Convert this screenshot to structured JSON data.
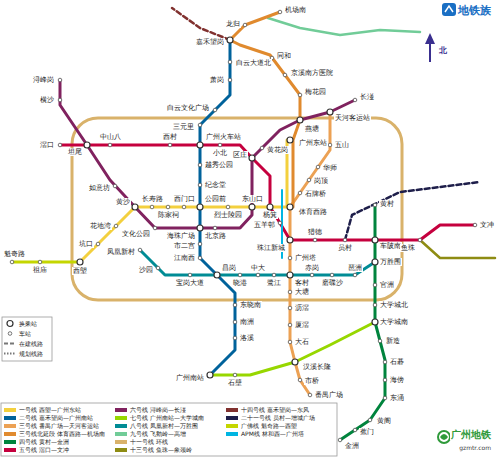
{
  "diagram": {
    "labels": [
      "西塱",
      "坑口",
      "花地湾",
      "黄沙",
      "长寿路",
      "陈家祠",
      "西门口",
      "公园前",
      "烈士陵园",
      "东山口",
      "杨箕",
      "体育西路",
      "广州东站",
      "嘉禾望岗",
      "白云大道北",
      "萧岗",
      "白云文化广场",
      "三元里",
      "广州火车站",
      "越秀公园",
      "纪念堂",
      "海珠广场",
      "市二宫",
      "江南西",
      "昌岗",
      "东晓南",
      "南洲",
      "洛溪",
      "广州南站",
      "滘口",
      "坦尾",
      "中山八",
      "西村",
      "小北",
      "区庄",
      "五羊邨",
      "珠江新城",
      "猎德",
      "员村",
      "车陂南",
      "鱼珠",
      "文冲",
      "浔峰岗",
      "横沙",
      "如意坊",
      "文化公园",
      "北京路",
      "黄花岗",
      "燕塘",
      "天河客运站",
      "长湴",
      "梅花园",
      "京溪南方医院",
      "同和",
      "龙归",
      "机场南",
      "五山",
      "华师",
      "岗顶",
      "石牌桥",
      "广州塔",
      "客村",
      "大塘",
      "沥滘",
      "厦滘",
      "大石",
      "汉溪长隆",
      "市桥",
      "番禺广场",
      "黄村",
      "万胜围",
      "官洲",
      "大学城北",
      "大学城南",
      "新造",
      "石碁",
      "海傍",
      "东涌",
      "黄阁",
      "蕉门",
      "金洲",
      "凤凰新村",
      "沙园",
      "宝岗大道",
      "晓港",
      "中大",
      "鹭江",
      "赤岗",
      "磨碟沙",
      "琶洲",
      "石壁",
      "魁奇路",
      "祖庙",
      "北",
      "地铁族",
      "广州地铁",
      "gzmtr.com"
    ],
    "legend": [
      {
        "text": "一号线 西塱—广州东站",
        "color": "#F3D03E"
      },
      {
        "text": "二号线 嘉禾望岗—广州南站",
        "color": "#00629B"
      },
      {
        "text": "三号线 番禺广场—天河客运站",
        "color": "#ECA154"
      },
      {
        "text": "三号线北延段 体育西路—机场南",
        "color": "#E08A2E"
      },
      {
        "text": "四号线 黄村—金洲",
        "color": "#00843D"
      },
      {
        "text": "五号线 滘口—文冲",
        "color": "#C5003E"
      },
      {
        "text": "六号线 浔峰岗—长湴",
        "color": "#80225F"
      },
      {
        "text": "七号线 广州南站—大学城南",
        "color": "#97D700"
      },
      {
        "text": "八号线 凤凰新村—万胜围",
        "color": "#008C95"
      },
      {
        "text": "九号线 飞鹅岭—高增",
        "color": "#71CC98"
      },
      {
        "text": "十一号线 环线",
        "color": "#D9B26A"
      },
      {
        "text": "十三号线 鱼珠—象颈岭",
        "color": "#8E8C13"
      },
      {
        "text": "十四号线 嘉禾望岗—东风",
        "color": "#81312F"
      },
      {
        "text": "二十一号线 员村—增城广场",
        "color": "#1E1E4A"
      },
      {
        "text": "广佛线 魁奇路—西塱",
        "color": "#C4D600"
      },
      {
        "text": "APM线 林和西—广州塔",
        "color": "#00B5E2"
      },
      {
        "text": "换乘站"
      },
      {
        "text": "车站"
      },
      {
        "text": "在建线路"
      },
      {
        "text": "规划线路"
      }
    ]
  }
}
